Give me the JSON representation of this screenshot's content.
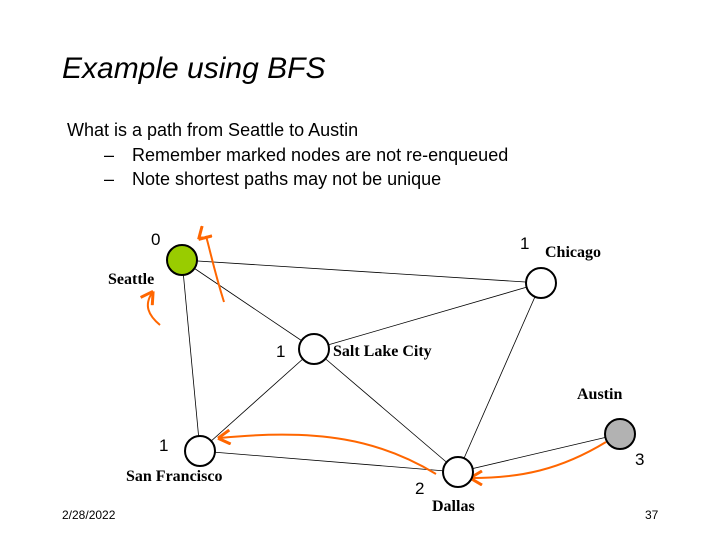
{
  "slide": {
    "title": "Example using BFS",
    "bullet": "What is a path from Seattle to Austin",
    "sub_bullets": [
      {
        "dash": "–",
        "text": "Remember marked nodes are not re-enqueued"
      },
      {
        "dash": "–",
        "text": "Note shortest paths may not be unique"
      }
    ],
    "date": "2/28/2022",
    "page_number": "37"
  },
  "graph": {
    "nodes": [
      {
        "id": "seattle",
        "name": "Seattle",
        "distance": "0",
        "fill": "#99cc00"
      },
      {
        "id": "chicago",
        "name": "Chicago",
        "distance": "1",
        "fill": "#ffffff"
      },
      {
        "id": "slc",
        "name": "Salt Lake City",
        "distance": "1",
        "fill": "#ffffff"
      },
      {
        "id": "sf",
        "name": "San Francisco",
        "distance": "1",
        "fill": "#ffffff"
      },
      {
        "id": "dallas",
        "name": "Dallas",
        "distance": "2",
        "fill": "#ffffff"
      },
      {
        "id": "austin",
        "name": "Austin",
        "distance": "3",
        "fill": "#b2b2b2"
      }
    ],
    "edges": [
      [
        "seattle",
        "chicago"
      ],
      [
        "seattle",
        "slc"
      ],
      [
        "seattle",
        "sf"
      ],
      [
        "slc",
        "chicago"
      ],
      [
        "slc",
        "sf"
      ],
      [
        "slc",
        "dallas"
      ],
      [
        "sf",
        "dallas"
      ],
      [
        "chicago",
        "dallas"
      ],
      [
        "dallas",
        "austin"
      ]
    ],
    "annotation_color": "#ff6600"
  }
}
